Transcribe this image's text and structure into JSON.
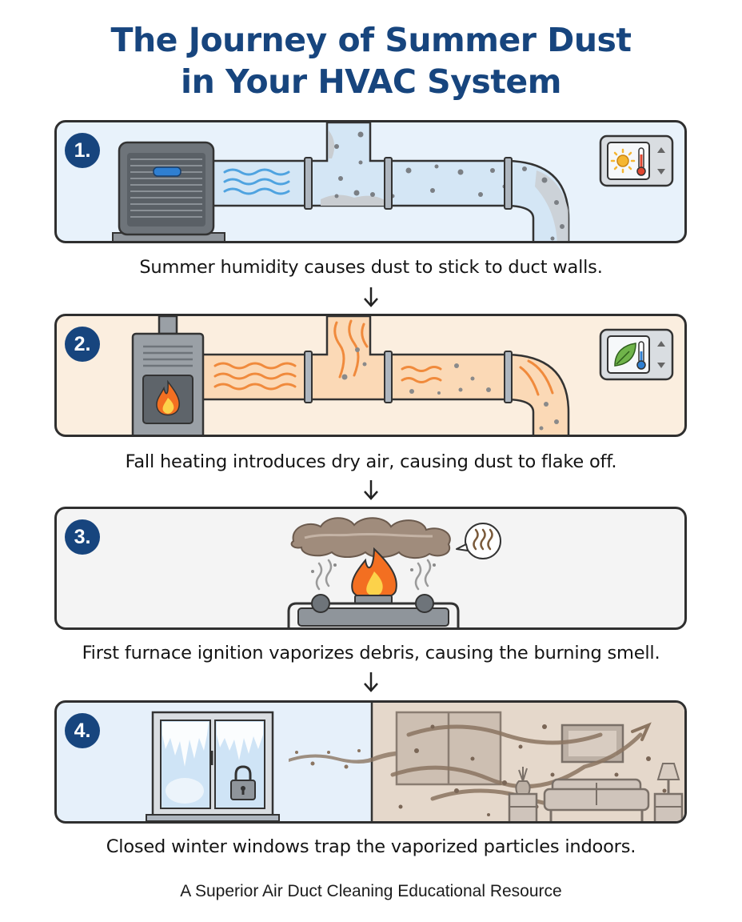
{
  "title_line1": "The Journey of Summer Dust",
  "title_line2": "in Your HVAC System",
  "steps": [
    {
      "number": "1.",
      "caption": "Summer humidity causes dust to stick to duct walls.",
      "background": "#e8f2fb"
    },
    {
      "number": "2.",
      "caption": "Fall heating introduces dry air, causing dust to flake off.",
      "background": "#fbeedf"
    },
    {
      "number": "3.",
      "caption": "First furnace ignition vaporizes debris, causing the burning smell.",
      "background": "#f4f4f4"
    },
    {
      "number": "4.",
      "caption": "Closed winter windows trap the vaporized particles indoors.",
      "background_left": "#e6f0fa",
      "background_right": "#e5d8cb"
    }
  ],
  "footer": "A Superior Air Duct Cleaning Educational Resource",
  "colors": {
    "title": "#17457e",
    "badge": "#17457e",
    "border": "#2f2f2f",
    "cool_air": "#4fa3e0",
    "warm_air": "#f08a3c",
    "flame": "#f36f21",
    "dust": "#8a8a8a",
    "brown_dust": "#8b7561"
  },
  "icons": [
    "ac-unit-icon",
    "thermostat-sun-icon",
    "furnace-icon",
    "flame-icon",
    "thermostat-leaf-icon",
    "smoke-cloud-icon",
    "smell-bubble-icon",
    "burner-icon",
    "frosted-window-icon",
    "padlock-icon",
    "couch-icon",
    "lamp-icon",
    "vase-icon",
    "tv-icon"
  ]
}
